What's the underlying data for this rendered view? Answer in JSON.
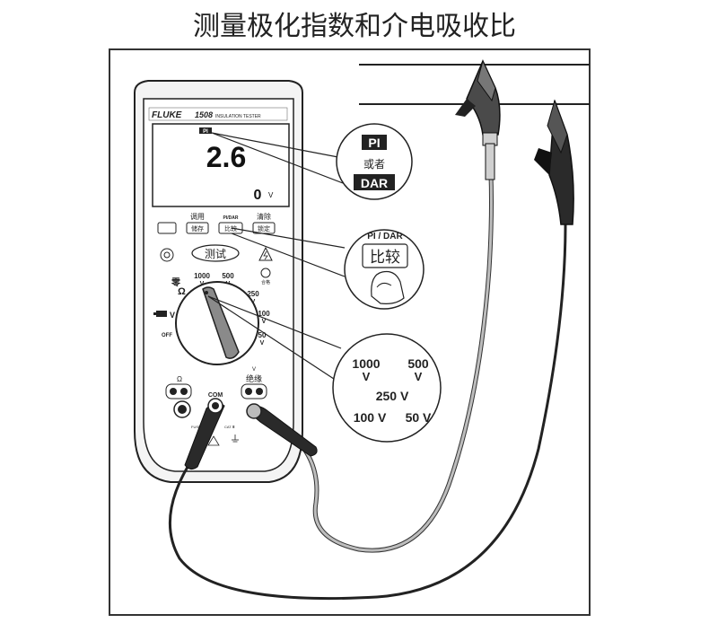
{
  "title": "测量极化指数和介电吸收比",
  "meter": {
    "brand": "FLUKE",
    "model": "1508",
    "model_desc": "INSULATION TESTER",
    "display": {
      "mode_tag": "PI",
      "reading": "2.6",
      "voltage_digit": "0",
      "voltage_unit": "V"
    },
    "buttons": {
      "recall_label": "调用",
      "store_label": "储存",
      "pidar_small_label": "PI/DAR",
      "compare_label": "比较",
      "clear_label": "清除",
      "lock_label": "锁定",
      "test_label": "测试",
      "pass_label": "合格"
    },
    "dial": {
      "zero_label": "零",
      "ohm_label": "Ω",
      "v1000": "1000",
      "v500": "500",
      "v250": "250",
      "v100": "100",
      "v50": "50",
      "v_unit": "V",
      "off": "OFF"
    },
    "jacks": {
      "ohm": "Ω",
      "com": "COM",
      "v": "V",
      "insulation": "绝缘",
      "fused": "FUSED",
      "cat": "CAT Ⅲ"
    }
  },
  "callout_pidar_display": {
    "pi": "PI",
    "or": "或者",
    "dar": "DAR"
  },
  "callout_button": {
    "label": "PI / DAR",
    "button_text": "比较"
  },
  "callout_voltages": {
    "v1000": "1000",
    "v500": "500",
    "unit_v": "V",
    "v250": "250 V",
    "v100": "100 V",
    "v50": "50 V"
  }
}
